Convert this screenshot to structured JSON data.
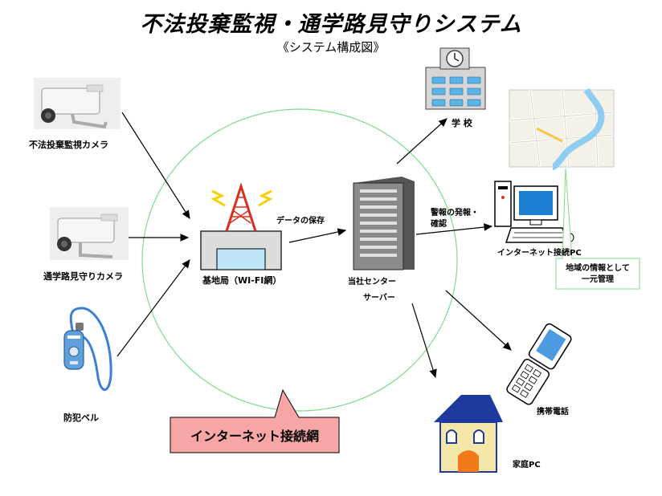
{
  "header": {
    "title": "不法投棄監視・通学路見守りシステム",
    "subtitle": "《システム構成図》"
  },
  "nodes": {
    "illegal_dump_camera": "不法投棄監視カメラ",
    "school_route_camera": "通学路見守りカメラ",
    "crime_bell": "防犯ベル",
    "base_station": "基地局（WI-FI網）",
    "server_line1": "当社センター",
    "server_line2": "サーバー",
    "school": "学  校",
    "internet_pc": "インターネット接続PC",
    "mobile_phone": "携帯電話",
    "home_pc": "家庭PC"
  },
  "edges": {
    "data_save": "データの保存",
    "alarm_line1": "警報の発報・",
    "alarm_line2": "確認"
  },
  "callouts": {
    "internet_network": "インターネット接続網",
    "map_line1": "地域の情報として",
    "map_line2": "一元管理"
  },
  "colors": {
    "network_ring": "#7ddc8c",
    "callout_fill": "#f7a6a6",
    "map_callout_border": "#7ddc8c",
    "tower_red": "#d8301c",
    "house_blue": "#1f3a9e",
    "house_wall": "#f5e7a8",
    "door_orange": "#f07a1a",
    "building_blue": "#5ab4e6"
  }
}
